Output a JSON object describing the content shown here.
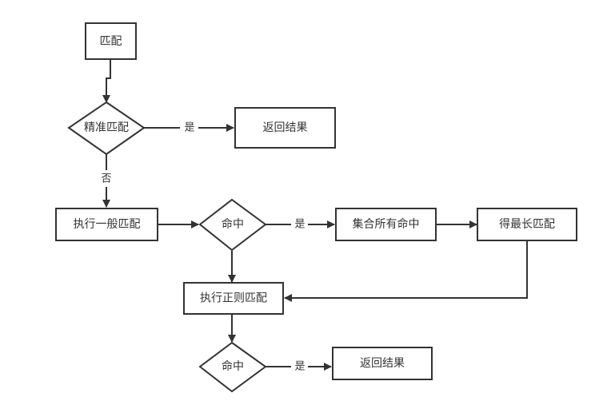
{
  "nodes": {
    "match": "匹配",
    "exact_match": "精准匹配",
    "return_result_1": "返回结果",
    "general_match": "执行一般匹配",
    "hit_1": "命中",
    "collect_hits": "集合所有命中",
    "longest_match": "得最长匹配",
    "regex_match": "执行正则匹配",
    "hit_2": "命中",
    "return_result_2": "返回结果"
  },
  "edges": {
    "yes_1": "是",
    "no_1": "否",
    "yes_2": "是",
    "yes_3": "是"
  }
}
